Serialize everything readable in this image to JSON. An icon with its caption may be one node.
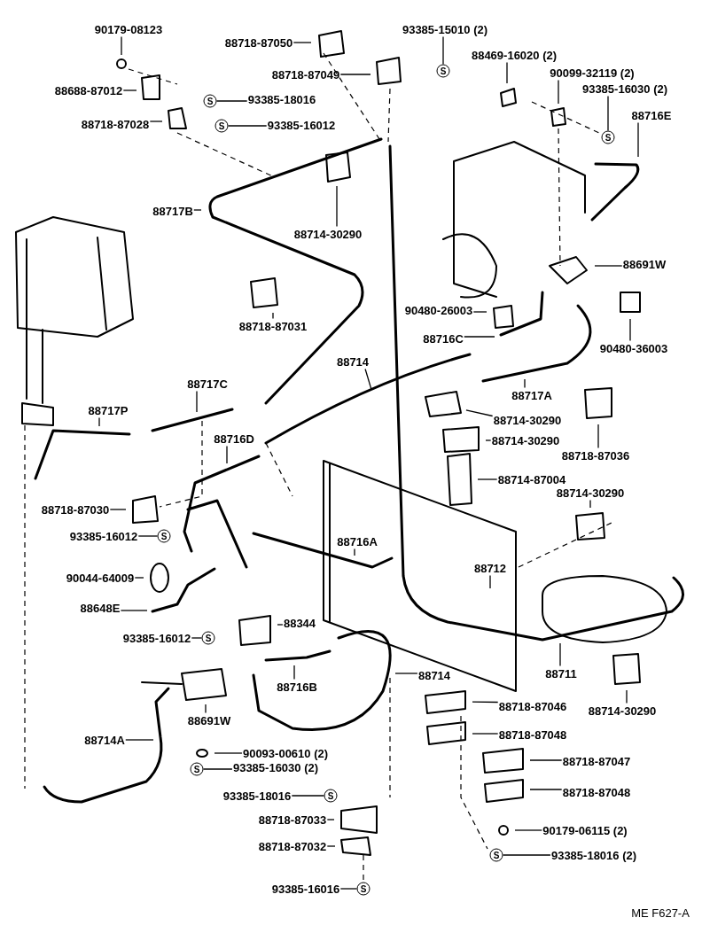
{
  "diagram": {
    "nodes": [
      {
        "text": [
          "90179-08123"
        ]
      },
      {
        "text": [
          "88718-87050"
        ]
      },
      {
        "text": [
          "93385-15010 (2)"
        ]
      },
      {
        "text": [
          "88718-87049"
        ]
      },
      {
        "text": [
          "88469-16020 (2)"
        ]
      },
      {
        "text": [
          "90099-32119 (2)"
        ]
      },
      {
        "text": [
          "88688-87012"
        ]
      },
      {
        "text": [
          "93385-18016"
        ]
      },
      {
        "text": [
          "93385-16012"
        ]
      },
      {
        "text": [
          "88718-87028"
        ]
      },
      {
        "text": [
          "93385-16030 (2)"
        ]
      },
      {
        "text": [
          "88716E"
        ]
      },
      {
        "text": [
          "88717B"
        ]
      },
      {
        "text": [
          "88714-30290"
        ]
      },
      {
        "text": [
          "88718-87031"
        ]
      },
      {
        "text": [
          "88691W"
        ]
      },
      {
        "text": [
          "90480-26003"
        ]
      },
      {
        "text": [
          "88716C"
        ]
      },
      {
        "text": [
          "90480-36003"
        ]
      },
      {
        "text": [
          "88714"
        ]
      },
      {
        "text": [
          "88717C"
        ]
      },
      {
        "text": [
          "88717A"
        ]
      },
      {
        "text": [
          "88717P"
        ]
      },
      {
        "text": [
          "88714-30290"
        ]
      },
      {
        "text": [
          "88716D"
        ]
      },
      {
        "text": [
          "88714-30290"
        ]
      },
      {
        "text": [
          "88718-87036"
        ]
      },
      {
        "text": [
          "88714-87004"
        ]
      },
      {
        "text": [
          "88718-87030"
        ]
      },
      {
        "text": [
          "88714-30290"
        ]
      },
      {
        "text": [
          "93385-16012"
        ]
      },
      {
        "text": [
          "88716A"
        ]
      },
      {
        "text": [
          "88712"
        ]
      },
      {
        "text": [
          "90044-64009"
        ]
      },
      {
        "text": [
          "88648E"
        ]
      },
      {
        "text": [
          "93385-16012"
        ]
      },
      {
        "text": [
          "88344"
        ]
      },
      {
        "text": [
          "88714"
        ]
      },
      {
        "text": [
          "88711"
        ]
      },
      {
        "text": [
          "88714-30290"
        ]
      },
      {
        "text": [
          "88716B"
        ]
      },
      {
        "text": [
          "88714A"
        ]
      },
      {
        "text": [
          "88691W"
        ]
      },
      {
        "text": [
          "88718-87046"
        ]
      },
      {
        "text": [
          "88718-87048"
        ]
      },
      {
        "text": [
          "90093-00610 (2)"
        ]
      },
      {
        "text": [
          "88718-87047"
        ]
      },
      {
        "text": [
          "93385-16030 (2)"
        ]
      },
      {
        "text": [
          "88718-87048"
        ]
      },
      {
        "text": [
          "93385-18016"
        ]
      },
      {
        "text": [
          "88718-87033"
        ]
      },
      {
        "text": [
          "90179-06115 (2)"
        ]
      },
      {
        "text": [
          "88718-87032"
        ]
      },
      {
        "text": [
          "93385-18016 (2)"
        ]
      },
      {
        "text": [
          "93385-16016"
        ]
      },
      {
        "text": [
          "S"
        ]
      },
      {
        "text": [
          "S"
        ]
      },
      {
        "text": [
          "S"
        ]
      },
      {
        "text": [
          "S"
        ]
      },
      {
        "text": [
          "S"
        ]
      },
      {
        "text": [
          "S"
        ]
      },
      {
        "text": [
          "S"
        ]
      },
      {
        "text": [
          "S"
        ]
      },
      {
        "text": [
          "S"
        ]
      },
      {
        "text": [
          "S"
        ]
      }
    ],
    "edges": [
      {
        "from": 0,
        "to": null,
        "arrow": "none"
      },
      {
        "from": 1,
        "to": null,
        "arrow": "none"
      },
      {
        "from": 2,
        "to": 55,
        "arrow": "none"
      },
      {
        "from": 3,
        "to": null,
        "arrow": "none"
      },
      {
        "from": 4,
        "to": null,
        "arrow": "none"
      },
      {
        "from": 5,
        "to": null,
        "arrow": "none"
      },
      {
        "from": 6,
        "to": null,
        "arrow": "none"
      },
      {
        "from": 7,
        "to": 56,
        "arrow": "none"
      },
      {
        "from": 8,
        "to": 57,
        "arrow": "none"
      },
      {
        "from": 9,
        "to": null,
        "arrow": "none"
      },
      {
        "from": 10,
        "to": 58,
        "arrow": "none"
      },
      {
        "from": 11,
        "to": null,
        "arrow": "none"
      },
      {
        "from": 12,
        "to": null,
        "arrow": "none"
      },
      {
        "from": 13,
        "to": null,
        "arrow": "none"
      },
      {
        "from": 14,
        "to": null,
        "arrow": "none"
      },
      {
        "from": 15,
        "to": null,
        "arrow": "none"
      },
      {
        "from": 16,
        "to": null,
        "arrow": "none"
      },
      {
        "from": 17,
        "to": null,
        "arrow": "none"
      },
      {
        "from": 18,
        "to": null,
        "arrow": "none"
      },
      {
        "from": 19,
        "to": null,
        "arrow": "none"
      },
      {
        "from": 20,
        "to": null,
        "arrow": "none"
      },
      {
        "from": 21,
        "to": null,
        "arrow": "none"
      },
      {
        "from": 22,
        "to": null,
        "arrow": "none"
      },
      {
        "from": 23,
        "to": null,
        "arrow": "none"
      },
      {
        "from": 24,
        "to": null,
        "arrow": "none"
      },
      {
        "from": 25,
        "to": null,
        "arrow": "none"
      },
      {
        "from": 26,
        "to": null,
        "arrow": "none"
      },
      {
        "from": 27,
        "to": null,
        "arrow": "none"
      },
      {
        "from": 28,
        "to": null,
        "arrow": "none"
      },
      {
        "from": 29,
        "to": null,
        "arrow": "none"
      },
      {
        "from": 30,
        "to": 59,
        "arrow": "none"
      },
      {
        "from": 31,
        "to": null,
        "arrow": "none"
      },
      {
        "from": 32,
        "to": null,
        "arrow": "none"
      },
      {
        "from": 33,
        "to": null,
        "arrow": "none"
      },
      {
        "from": 34,
        "to": null,
        "arrow": "none"
      },
      {
        "from": 35,
        "to": 60,
        "arrow": "none"
      },
      {
        "from": 36,
        "to": null,
        "arrow": "none"
      },
      {
        "from": 37,
        "to": null,
        "arrow": "none"
      },
      {
        "from": 38,
        "to": null,
        "arrow": "none"
      },
      {
        "from": 39,
        "to": null,
        "arrow": "none"
      },
      {
        "from": 40,
        "to": null,
        "arrow": "none"
      },
      {
        "from": 41,
        "to": null,
        "arrow": "none"
      },
      {
        "from": 42,
        "to": null,
        "arrow": "none"
      },
      {
        "from": 43,
        "to": null,
        "arrow": "none"
      },
      {
        "from": 44,
        "to": null,
        "arrow": "none"
      },
      {
        "from": 45,
        "to": null,
        "arrow": "none"
      },
      {
        "from": 46,
        "to": null,
        "arrow": "none"
      },
      {
        "from": 47,
        "to": 61,
        "arrow": "none"
      },
      {
        "from": 48,
        "to": null,
        "arrow": "none"
      },
      {
        "from": 49,
        "to": 62,
        "arrow": "none"
      },
      {
        "from": 50,
        "to": null,
        "arrow": "none"
      },
      {
        "from": 51,
        "to": null,
        "arrow": "none"
      },
      {
        "from": 52,
        "to": null,
        "arrow": "none"
      },
      {
        "from": 53,
        "to": 63,
        "arrow": "none"
      },
      {
        "from": 54,
        "to": 64,
        "arrow": "none"
      }
    ],
    "labels": [
      "ME F627-A"
    ]
  }
}
